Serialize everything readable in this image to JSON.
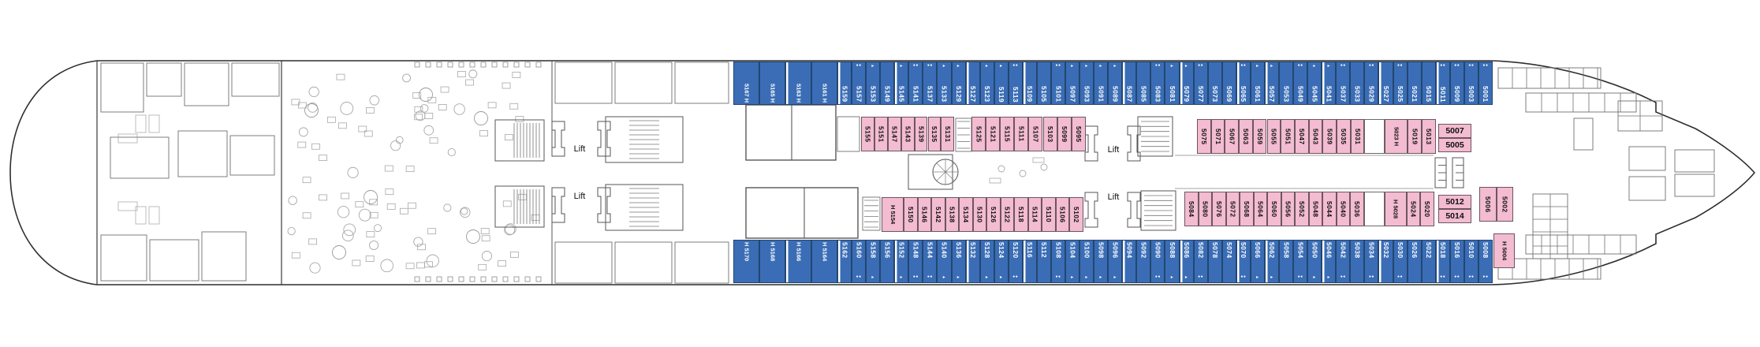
{
  "lift_label": "Lift",
  "colors": {
    "balcony_cabin": "#3A6DB6",
    "interior_cabin": "#F3BCD0"
  },
  "symbols": {
    "d": "●●",
    "t": "▸"
  },
  "cabins": {
    "top_outer": [
      {
        "n": "5167 H"
      },
      {
        "n": "5165 H"
      },
      {
        "n": "5163 H",
        "brk": true
      },
      {
        "n": "5161 H"
      },
      {
        "n": "5159",
        "brk": true
      },
      {
        "n": "5157",
        "s": "d"
      },
      {
        "n": "5153",
        "s": "t"
      },
      {
        "n": "5149"
      },
      {
        "n": "5145",
        "s": "t",
        "brk": true
      },
      {
        "n": "5141",
        "s": "d"
      },
      {
        "n": "5137",
        "s": "d"
      },
      {
        "n": "5133",
        "s": "t"
      },
      {
        "n": "5129",
        "s": "t"
      },
      {
        "n": "5127",
        "brk": true
      },
      {
        "n": "5123",
        "s": "t"
      },
      {
        "n": "5119",
        "s": "t"
      },
      {
        "n": "5113",
        "s": "d"
      },
      {
        "n": "5109",
        "brk": true
      },
      {
        "n": "5105"
      },
      {
        "n": "5101",
        "s": "d"
      },
      {
        "n": "5097",
        "s": "t"
      },
      {
        "n": "5093",
        "s": "t"
      },
      {
        "n": "5091",
        "s": "t"
      },
      {
        "n": "5089",
        "s": "t"
      },
      {
        "n": "5087",
        "brk": true
      },
      {
        "n": "5085"
      },
      {
        "n": "5083",
        "s": "d"
      },
      {
        "n": "5081",
        "s": "t"
      },
      {
        "n": "5079",
        "s": "t",
        "brk": true
      },
      {
        "n": "5077",
        "s": "d"
      },
      {
        "n": "5073"
      },
      {
        "n": "5069"
      },
      {
        "n": "5065",
        "s": "d",
        "brk": true
      },
      {
        "n": "5061",
        "s": "t"
      },
      {
        "n": "5057",
        "s": "t",
        "brk": true
      },
      {
        "n": "5053"
      },
      {
        "n": "5049",
        "s": "d"
      },
      {
        "n": "5045",
        "s": "t"
      },
      {
        "n": "5041",
        "s": "t",
        "brk": true
      },
      {
        "n": "5037",
        "s": "d"
      },
      {
        "n": "5033"
      },
      {
        "n": "5029",
        "s": "d"
      },
      {
        "n": "5027",
        "brk": true
      },
      {
        "n": "5025",
        "s": "d"
      },
      {
        "n": "5021"
      },
      {
        "n": "5015"
      },
      {
        "n": "5011",
        "s": "d",
        "brk": true
      },
      {
        "n": "5009",
        "s": "d"
      },
      {
        "n": "5003",
        "s": "d"
      },
      {
        "n": "5001",
        "s": "d"
      }
    ],
    "bottom_outer": [
      {
        "n": "H 5170"
      },
      {
        "n": "H 5168"
      },
      {
        "n": "H 5166",
        "brk": true
      },
      {
        "n": "H 5164"
      },
      {
        "n": "5162",
        "brk": true
      },
      {
        "n": "5160",
        "s": "d"
      },
      {
        "n": "5158",
        "s": "t"
      },
      {
        "n": "5156"
      },
      {
        "n": "5152",
        "s": "t",
        "brk": true
      },
      {
        "n": "5148",
        "s": "d"
      },
      {
        "n": "5144",
        "s": "d"
      },
      {
        "n": "5140",
        "s": "t"
      },
      {
        "n": "5136",
        "s": "t"
      },
      {
        "n": "5132",
        "brk": true
      },
      {
        "n": "5128",
        "s": "t"
      },
      {
        "n": "5124",
        "s": "t"
      },
      {
        "n": "5120",
        "s": "d"
      },
      {
        "n": "5116",
        "brk": true
      },
      {
        "n": "5112"
      },
      {
        "n": "5108",
        "s": "d"
      },
      {
        "n": "5104",
        "s": "t"
      },
      {
        "n": "5100",
        "s": "t"
      },
      {
        "n": "5098",
        "s": "t"
      },
      {
        "n": "5096",
        "s": "t"
      },
      {
        "n": "5094",
        "brk": true
      },
      {
        "n": "5092"
      },
      {
        "n": "5090",
        "s": "d"
      },
      {
        "n": "5088",
        "s": "t"
      },
      {
        "n": "5086",
        "s": "t",
        "brk": true
      },
      {
        "n": "5082",
        "s": "d"
      },
      {
        "n": "5078"
      },
      {
        "n": "5074"
      },
      {
        "n": "5070",
        "s": "d",
        "brk": true
      },
      {
        "n": "5066",
        "s": "t"
      },
      {
        "n": "5062",
        "s": "t",
        "brk": true
      },
      {
        "n": "5058"
      },
      {
        "n": "5054",
        "s": "d"
      },
      {
        "n": "5050",
        "s": "t"
      },
      {
        "n": "5046",
        "s": "t",
        "brk": true
      },
      {
        "n": "5042",
        "s": "d"
      },
      {
        "n": "5038"
      },
      {
        "n": "5034",
        "s": "d"
      },
      {
        "n": "5032",
        "brk": true
      },
      {
        "n": "5030",
        "s": "d"
      },
      {
        "n": "5026"
      },
      {
        "n": "5022"
      },
      {
        "n": "5018",
        "s": "d",
        "brk": true
      },
      {
        "n": "5016",
        "s": "d"
      },
      {
        "n": "5010",
        "s": "d"
      },
      {
        "n": "5008",
        "s": "d"
      }
    ],
    "top_inner_aft": [
      "5155",
      "5151",
      "5147",
      "5143",
      "5139",
      "5135",
      "5131"
    ],
    "top_inner_mid": [
      "5125",
      "5121",
      "5115",
      "5111",
      "5107",
      "5103",
      "5099",
      "5095"
    ],
    "top_inner_fwd": [
      {
        "n": "5075"
      },
      {
        "n": "5071"
      },
      {
        "n": "5067"
      },
      {
        "n": "5063"
      },
      {
        "n": "5059"
      },
      {
        "n": "5055"
      },
      {
        "n": "5051"
      },
      {
        "n": "5047"
      },
      {
        "n": "5043"
      },
      {
        "n": "5039"
      },
      {
        "n": "5035"
      },
      {
        "n": "5031"
      },
      {
        "gap": true
      },
      {
        "n": "5023 H"
      },
      {
        "n": "5019"
      },
      {
        "n": "5013"
      }
    ],
    "top_fwd_box": [
      "5007",
      "5005"
    ],
    "bottom_inner_aft": [
      {
        "n": "H 5154"
      },
      {
        "n": "5150"
      },
      {
        "n": "5146"
      },
      {
        "n": "5142"
      },
      {
        "n": "5138"
      },
      {
        "n": "5134"
      },
      {
        "n": "5130"
      },
      {
        "n": "5126"
      },
      {
        "n": "5122"
      },
      {
        "n": "5118"
      },
      {
        "n": "5114"
      },
      {
        "n": "5110"
      },
      {
        "n": "5106"
      },
      {
        "n": "5102"
      }
    ],
    "bottom_inner_fwd": [
      {
        "n": "5084"
      },
      {
        "n": "5080"
      },
      {
        "n": "5076"
      },
      {
        "n": "5072"
      },
      {
        "n": "5068"
      },
      {
        "n": "5064"
      },
      {
        "n": "5060"
      },
      {
        "n": "5056"
      },
      {
        "n": "5052"
      },
      {
        "n": "5048"
      },
      {
        "n": "5044"
      },
      {
        "n": "5040"
      },
      {
        "n": "5036"
      },
      {
        "gap": true
      },
      {
        "n": "H 5028"
      },
      {
        "n": "5024"
      },
      {
        "n": "5020"
      }
    ],
    "bottom_fwd_box": [
      "5012",
      "5014"
    ],
    "bow_interior": [
      "5006",
      "5002"
    ],
    "bow_accessible": "H 5004"
  }
}
